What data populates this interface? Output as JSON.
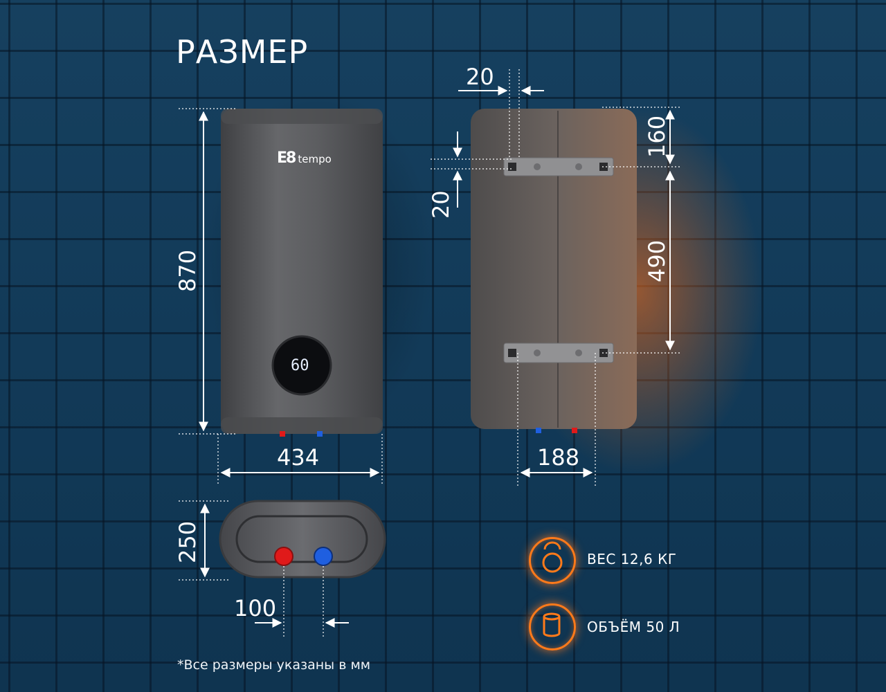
{
  "title": "РАЗМЕР",
  "brand": {
    "logo": "E8",
    "name": "tempo"
  },
  "display": {
    "temperature": "60"
  },
  "dimensions": {
    "height": "870",
    "width": "434",
    "depth": "250",
    "pipe_spacing": "100",
    "bracket_offset_side": "20",
    "bracket_height": "20",
    "top_to_bracket": "160",
    "bracket_spacing": "490",
    "bracket_width": "188"
  },
  "specs": [
    {
      "icon": "kettlebell-icon",
      "label": "ВЕС 12,6 КГ"
    },
    {
      "icon": "cylinder-icon",
      "label": "ОБЪЁМ 50 Л"
    }
  ],
  "footnote": "*Все размеры указаны в мм",
  "colors": {
    "accent": "#ff7a1a",
    "hot": "#e01a1a",
    "cold": "#1f5fe0",
    "body": "#5a5b5e"
  }
}
